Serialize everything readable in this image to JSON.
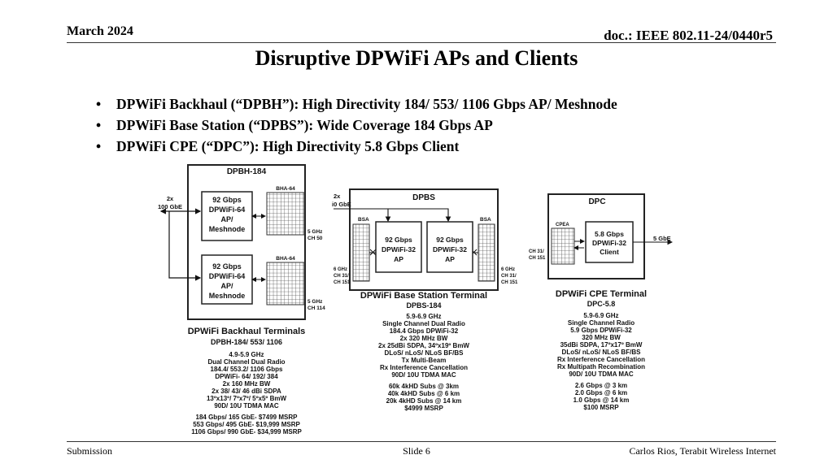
{
  "header": {
    "date": "March 2024",
    "doc_id": "doc.: IEEE 802.11-24/0440r5"
  },
  "title": "Disruptive DPWiFi APs and Clients",
  "bullets": [
    "DPWiFi Backhaul (“DPBH”): High Directivity 184/ 553/ 1106 Gbps AP/ Meshnode",
    "DPWiFi Base Station (“DPBS”): Wide Coverage 184 Gbps AP",
    "DPWiFi CPE (“DPC”): High Directivity 5.8 Gbps Client"
  ],
  "dpbh": {
    "box_title": "DPBH-184",
    "port_count": "2x",
    "port_speed": "100 GbE",
    "module1": [
      "92 Gbps",
      "DPWiFi-64",
      "AP/",
      "Meshnode"
    ],
    "module2": [
      "92 Gbps",
      "DPWiFi-64",
      "AP/",
      "Meshnode"
    ],
    "antenna_label_1": "BHA-64",
    "antenna_label_2": "BHA-64",
    "ch1": [
      "5 GHz",
      "CH 50"
    ],
    "ch2": [
      "5 GHz",
      "CH 114"
    ],
    "caption": "DPWiFi Backhaul Terminals",
    "model": "DPBH-184/ 553/ 1106",
    "specs": [
      "4.9-5.9 GHz",
      "Dual Channel Dual Radio",
      "184.4/ 553.2/ 1106 Gbps",
      "DPWiFi- 64/ 192/ 384",
      "2x 160 MHz BW",
      "2x 38/ 43/ 46 dBi SDPA",
      "13ºx13º/ 7ºx7º/ 5ºx5º BmW",
      "90D/ 10U TDMA MAC"
    ],
    "prices": [
      "184 Gbps/ 165 GbE- $7499 MSRP",
      "553 Gbps/ 495 GbE- $19,999 MSRP",
      "1106 Gbps/ 990 GbE- $34,999 MSRP"
    ]
  },
  "dpbs": {
    "box_title": "DPBS",
    "port_count": "2x",
    "port_speed": "i0 GbE",
    "antenna_label_left": "BSA",
    "antenna_label_right": "BSA",
    "module1": [
      "92 Gbps",
      "DPWiFi-32",
      "AP"
    ],
    "module2": [
      "92 Gbps",
      "DPWiFi-32",
      "AP"
    ],
    "ch_left": [
      "6 GHz",
      "CH 31/",
      "CH 151"
    ],
    "ch_right": [
      "6 GHz",
      "CH 31/",
      "CH 151"
    ],
    "caption": "DPWiFi Base Station Terminal",
    "model": "DPBS-184",
    "specs": [
      "5.9-6.9 GHz",
      "Single Channel Dual Radio",
      "184.4 Gbps DPWiFi-32",
      "2x 320 MHz BW",
      "2x 25dBi SDPA, 34ºx19º BmW",
      "DLoS/ nLoS/ NLoS BF/BS",
      "Tx Multi-Beam",
      "Rx Interference Cancellation",
      "90D/ 10U TDMA MAC",
      "60k 4kHD Subs @ 3km",
      "40k 4kHD Subs @ 6 km",
      "20k 4kHD Subs @ 14 km",
      "$4999 MSRP"
    ]
  },
  "dpc": {
    "box_title": "DPC",
    "antenna_label": "CPEA",
    "module": [
      "5.8 Gbps",
      "DPWiFi-32",
      "Client"
    ],
    "port_speed": "5 GbE",
    "ch": [
      "CH 31/",
      "CH 151"
    ],
    "caption": "DPWiFi CPE Terminal",
    "model": "DPC-5.8",
    "specs": [
      "5.9-6.9 GHz",
      "Single Channel Radio",
      "5.9 Gbps DPWiFi-32",
      "320 MHz BW",
      "35dBi SDPA, 17ºx17º BmW",
      "DLoS/ nLoS/ NLoS BF/BS",
      "Rx Interference Cancellation",
      "Rx Multipath Recombination",
      "90D/ 10U TDMA MAC",
      "2.6 Gbps @ 3 km",
      "2.0 Gbps @ 6 km",
      "1.0 Gbps @ 14 km",
      "$100 MSRP"
    ]
  },
  "footer": {
    "left": "Submission",
    "center": "Slide 6",
    "right": "Carlos Rios, Terabit Wireless Internet"
  }
}
